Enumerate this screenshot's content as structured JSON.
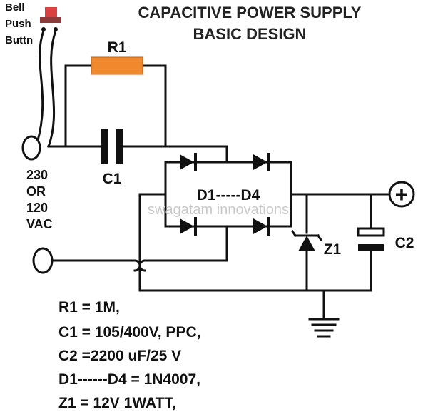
{
  "title": {
    "line1": "CAPACITIVE POWER SUPPLY",
    "line2": "BASIC DESIGN"
  },
  "button_label": {
    "line1": "Bell",
    "line2": "Push",
    "line3": "Buttn"
  },
  "input_label": {
    "line1": "230",
    "line2": "OR",
    "line3": "120",
    "line4": "VAC"
  },
  "components": {
    "r1": "R1",
    "c1": "C1",
    "c2": "C2",
    "z1": "Z1",
    "bridge": "D1-----D4",
    "positive": "+"
  },
  "watermark": "swagatam innovations",
  "specs": [
    "R1 = 1M,",
    "C1 = 105/400V, PPC,",
    "C2 =2200 uF/25 V",
    "D1------D4 = 1N4007,",
    "Z1 = 12V 1WATT,"
  ],
  "colors": {
    "resistor": "#f0882e",
    "button": "#d94040",
    "wire": "#111111"
  }
}
